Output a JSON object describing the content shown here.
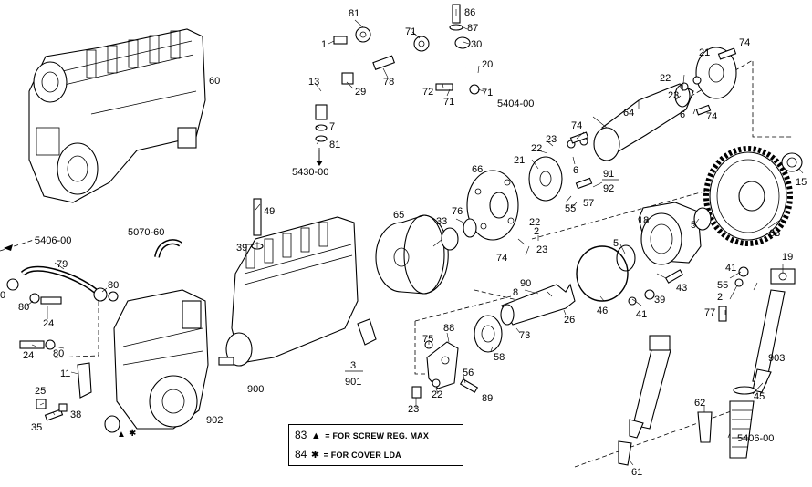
{
  "labels": [
    {
      "id": "l81a",
      "text": "81"
    },
    {
      "id": "l1",
      "text": "1"
    },
    {
      "id": "l13",
      "text": "13"
    },
    {
      "id": "l29",
      "text": "29"
    },
    {
      "id": "l7",
      "text": "7"
    },
    {
      "id": "l81b",
      "text": "81"
    },
    {
      "id": "l5430",
      "text": "5430-00"
    },
    {
      "id": "l71a",
      "text": "71"
    },
    {
      "id": "l78",
      "text": "78"
    },
    {
      "id": "l72",
      "text": "72"
    },
    {
      "id": "l71b",
      "text": "71"
    },
    {
      "id": "l86",
      "text": "86"
    },
    {
      "id": "l87",
      "text": "87"
    },
    {
      "id": "l30",
      "text": "30"
    },
    {
      "id": "l20",
      "text": "20"
    },
    {
      "id": "l71c",
      "text": "71"
    },
    {
      "id": "l5404",
      "text": "5404-00"
    },
    {
      "id": "l60",
      "text": "60"
    },
    {
      "id": "l74a",
      "text": "74"
    },
    {
      "id": "l21a",
      "text": "21"
    },
    {
      "id": "l22a",
      "text": "22"
    },
    {
      "id": "l23a",
      "text": "23"
    },
    {
      "id": "l6a",
      "text": "6"
    },
    {
      "id": "l74b",
      "text": "74"
    },
    {
      "id": "l64",
      "text": "64"
    },
    {
      "id": "l74c",
      "text": "74"
    },
    {
      "id": "l22b",
      "text": "22"
    },
    {
      "id": "l23b",
      "text": "23"
    },
    {
      "id": "l21b",
      "text": "21"
    },
    {
      "id": "l6b",
      "text": "6"
    },
    {
      "id": "l66",
      "text": "66"
    },
    {
      "id": "l91",
      "text": "91"
    },
    {
      "id": "l92",
      "text": "92"
    },
    {
      "id": "l57",
      "text": "57"
    },
    {
      "id": "l55a",
      "text": "55"
    },
    {
      "id": "l18",
      "text": "18"
    },
    {
      "id": "l15",
      "text": "15"
    },
    {
      "id": "l5a",
      "text": "5"
    },
    {
      "id": "l63",
      "text": "63"
    },
    {
      "id": "l65",
      "text": "65"
    },
    {
      "id": "l33",
      "text": "33"
    },
    {
      "id": "l76",
      "text": "76"
    },
    {
      "id": "l22c",
      "text": "22"
    },
    {
      "id": "l2a",
      "text": "2"
    },
    {
      "id": "l74d",
      "text": "74"
    },
    {
      "id": "l23c",
      "text": "23"
    },
    {
      "id": "l5b",
      "text": "5"
    },
    {
      "id": "l43",
      "text": "43"
    },
    {
      "id": "l41a",
      "text": "41"
    },
    {
      "id": "l55b",
      "text": "55"
    },
    {
      "id": "l2b",
      "text": "2"
    },
    {
      "id": "l19",
      "text": "19"
    },
    {
      "id": "l77",
      "text": "77"
    },
    {
      "id": "l49",
      "text": "49"
    },
    {
      "id": "l39a",
      "text": "39"
    },
    {
      "id": "l5406a",
      "text": "5406-00"
    },
    {
      "id": "l5070",
      "text": "5070-60"
    },
    {
      "id": "l79",
      "text": "79"
    },
    {
      "id": "l80a",
      "text": "80"
    },
    {
      "id": "l0",
      "text": "0"
    },
    {
      "id": "l80b",
      "text": "80"
    },
    {
      "id": "l24a",
      "text": "24"
    },
    {
      "id": "l24b",
      "text": "24"
    },
    {
      "id": "l80c",
      "text": "80"
    },
    {
      "id": "l11",
      "text": "11"
    },
    {
      "id": "l25",
      "text": "25"
    },
    {
      "id": "l38",
      "text": "38"
    },
    {
      "id": "l35",
      "text": "35"
    },
    {
      "id": "l902",
      "text": "902"
    },
    {
      "id": "l900",
      "text": "900"
    },
    {
      "id": "l3",
      "text": "3"
    },
    {
      "id": "l901",
      "text": "901"
    },
    {
      "id": "l90",
      "text": "90"
    },
    {
      "id": "l8",
      "text": "8"
    },
    {
      "id": "l26",
      "text": "26"
    },
    {
      "id": "l88",
      "text": "88"
    },
    {
      "id": "l75",
      "text": "75"
    },
    {
      "id": "l58",
      "text": "58"
    },
    {
      "id": "l73",
      "text": "73"
    },
    {
      "id": "l56",
      "text": "56"
    },
    {
      "id": "l22d",
      "text": "22"
    },
    {
      "id": "l89",
      "text": "89"
    },
    {
      "id": "l23d",
      "text": "23"
    },
    {
      "id": "l46",
      "text": "46"
    },
    {
      "id": "l39b",
      "text": "39"
    },
    {
      "id": "l41b",
      "text": "41"
    },
    {
      "id": "l903",
      "text": "903"
    },
    {
      "id": "l45",
      "text": "45"
    },
    {
      "id": "l62",
      "text": "62"
    },
    {
      "id": "l5406b",
      "text": "5406-00"
    },
    {
      "id": "l61",
      "text": "61"
    }
  ],
  "legend": [
    {
      "number": "83",
      "symbol": "▲",
      "text": "= FOR SCREW REG. MAX"
    },
    {
      "number": "84",
      "symbol": "✱",
      "text": "= FOR COVER LDA"
    }
  ],
  "marks": {
    "triangle": "▲",
    "asterisk": "✱"
  }
}
